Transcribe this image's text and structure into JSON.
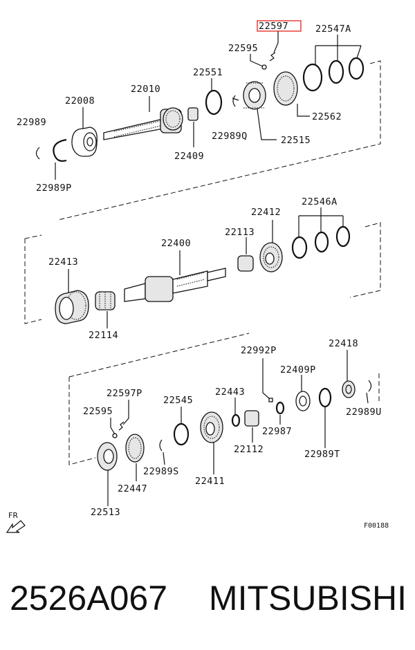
{
  "diagram": {
    "labels": {
      "p22597": "22597",
      "p22547A": "22547A",
      "p22595a": "22595",
      "p22551": "22551",
      "p22010": "22010",
      "p22008": "22008",
      "p22989": "22989",
      "p22989Q": "22989Q",
      "p22562": "22562",
      "p22515": "22515",
      "p22409": "22409",
      "p22989P": "22989P",
      "p22412": "22412",
      "p22546A": "22546A",
      "p22113": "22113",
      "p22400": "22400",
      "p22413": "22413",
      "p22114": "22114",
      "p22992P": "22992P",
      "p22418": "22418",
      "p22409P": "22409P",
      "p22443": "22443",
      "p22545": "22545",
      "p22597P": "22597P",
      "p22595b": "22595",
      "p22989U": "22989U",
      "p22987": "22987",
      "p22989T": "22989T",
      "p22112": "22112",
      "p22989S": "22989S",
      "p22447": "22447",
      "p22411": "22411",
      "p22513": "22513"
    },
    "fr_label": "FR",
    "figure_code": "F00188",
    "highlight_color": "#e2231a"
  },
  "footer": {
    "part_number": "2526A067",
    "brand": "MITSUBISHI"
  }
}
